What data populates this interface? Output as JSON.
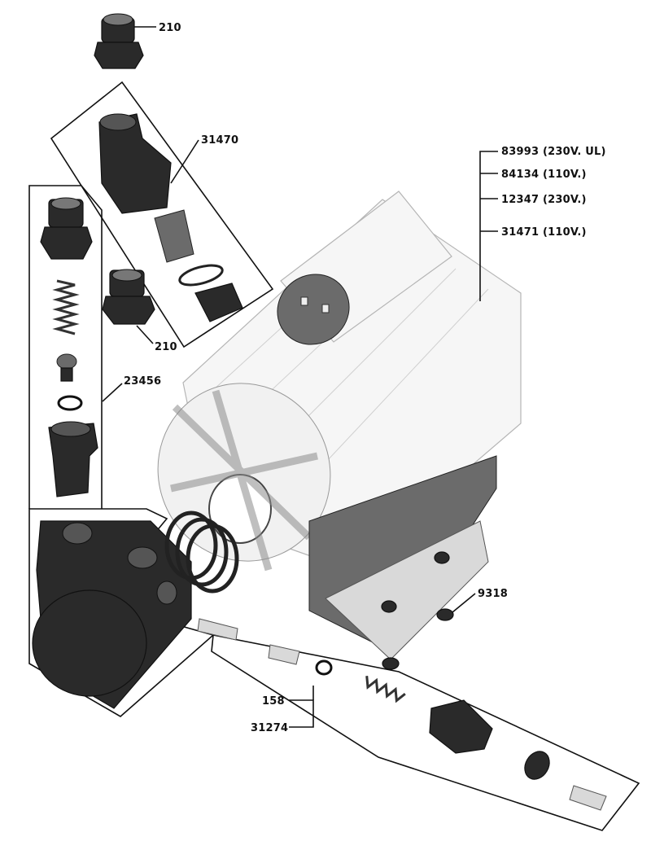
{
  "labels": {
    "top_fitting": "210",
    "elbow_kit": "31470",
    "cap_83993": "83993 (230V. UL)",
    "cap_84134": "84134 (110V.)",
    "cap_12347": "12347 (230V.)",
    "cap_31471": "31471 (110V.)",
    "left_fitting": "210",
    "valve_kit": "23456",
    "nut_9318": "9318",
    "part_158": "158",
    "part_31274": "31274"
  },
  "colors": {
    "ink": "#111111",
    "dark_part": "#2a2a2a",
    "mid_part": "#6b6b6b",
    "light_part": "#d9d9d9",
    "ghost_part": "#f6f6f6"
  }
}
